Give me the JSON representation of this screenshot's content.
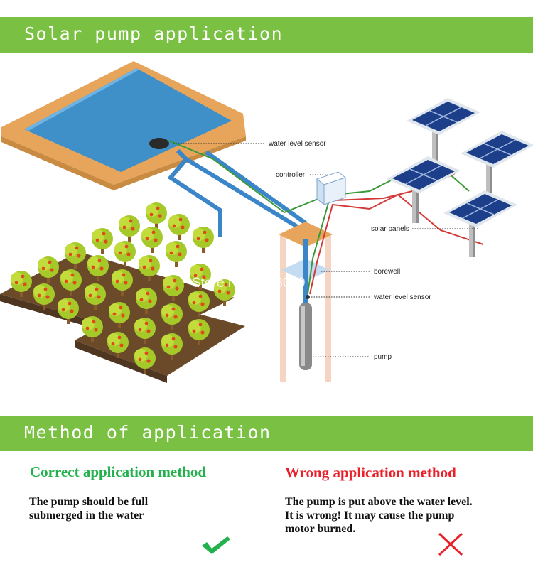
{
  "header": {
    "title": "Solar pump application"
  },
  "diagram": {
    "labels": {
      "water_level_sensor_top": "water level sensor",
      "controller": "controller",
      "solar_panels": "solar panels",
      "borewell": "borewell",
      "water_level_sensor_bottom": "water level sensor",
      "pump": "pump"
    },
    "watermark": "Store No: 3858079"
  },
  "method": {
    "title": "Method of application",
    "correct": {
      "title": "Correct application method",
      "lines": [
        "The pump should be full",
        "submerged in the water"
      ]
    },
    "wrong": {
      "title": "Wrong  application method",
      "lines": [
        "The pump is put above the water level.",
        "It is wrong! It may cause the pump",
        "motor burned."
      ]
    }
  },
  "colors": {
    "banner": "#7ac143",
    "correct": "#22b14c",
    "wrong": "#e8202a",
    "water": "#3f8fc9",
    "pipe": "#3a86c8",
    "wire_green": "#3a9a3a",
    "wire_red": "#d23a3a",
    "sand": "#e6a55a",
    "panel": "#1d3f8a"
  },
  "icons": {
    "correct": "check-icon",
    "wrong": "cross-icon"
  }
}
